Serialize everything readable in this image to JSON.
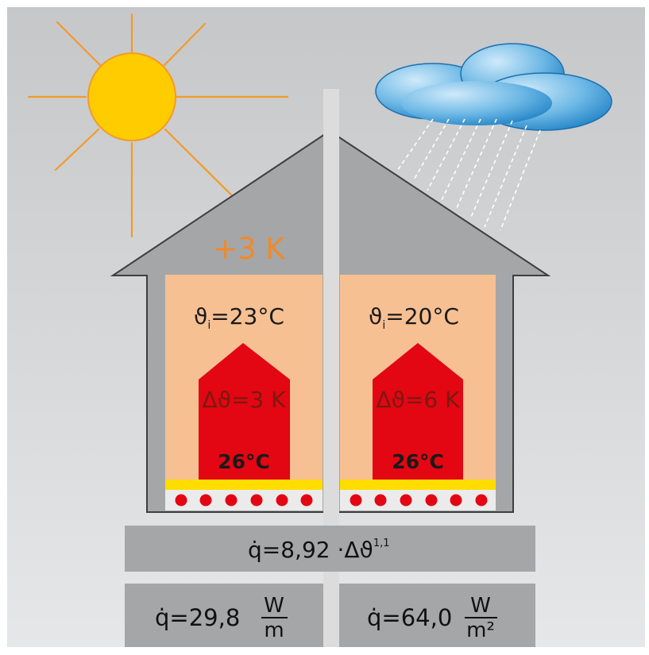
{
  "sun_gain": "+3 K",
  "left_room": {
    "inside_temp_symbol": "ϑ",
    "inside_temp_subscript": "i",
    "inside_temp_value": "=23°C",
    "delta": "Δϑ=3 K",
    "surface_temp": "26°C"
  },
  "right_room": {
    "inside_temp_symbol": "ϑ",
    "inside_temp_subscript": "i",
    "inside_temp_value": "=20°C",
    "delta": "Δϑ=6 K",
    "surface_temp": "26°C"
  },
  "formula": {
    "lhs": "q̇",
    "rhs": "=8,92 ·Δϑ",
    "exponent": "1,1"
  },
  "left_result": {
    "lhs": "q̇",
    "value": "=29,8",
    "unit_num": "W",
    "unit_den": "m"
  },
  "right_result": {
    "lhs": "q̇",
    "value": "=64,0",
    "unit_num": "W",
    "unit_den": "m²"
  },
  "colors": {
    "background_top": "#c7c9cb",
    "background_bottom": "#e4e5e6",
    "house": "#a5a6a8",
    "room": "#f6c093",
    "heated_area": "#e30613",
    "screed_layer": "#ffdd00",
    "pipe": "#e30613",
    "sun": "#ffcc00",
    "sun_rays": "#f39a28",
    "accent_text": "#ee8a2b",
    "cloud_light": "#bfe4f8",
    "cloud_dark": "#2b8fd0",
    "formula_box": "#a5a6a8"
  }
}
